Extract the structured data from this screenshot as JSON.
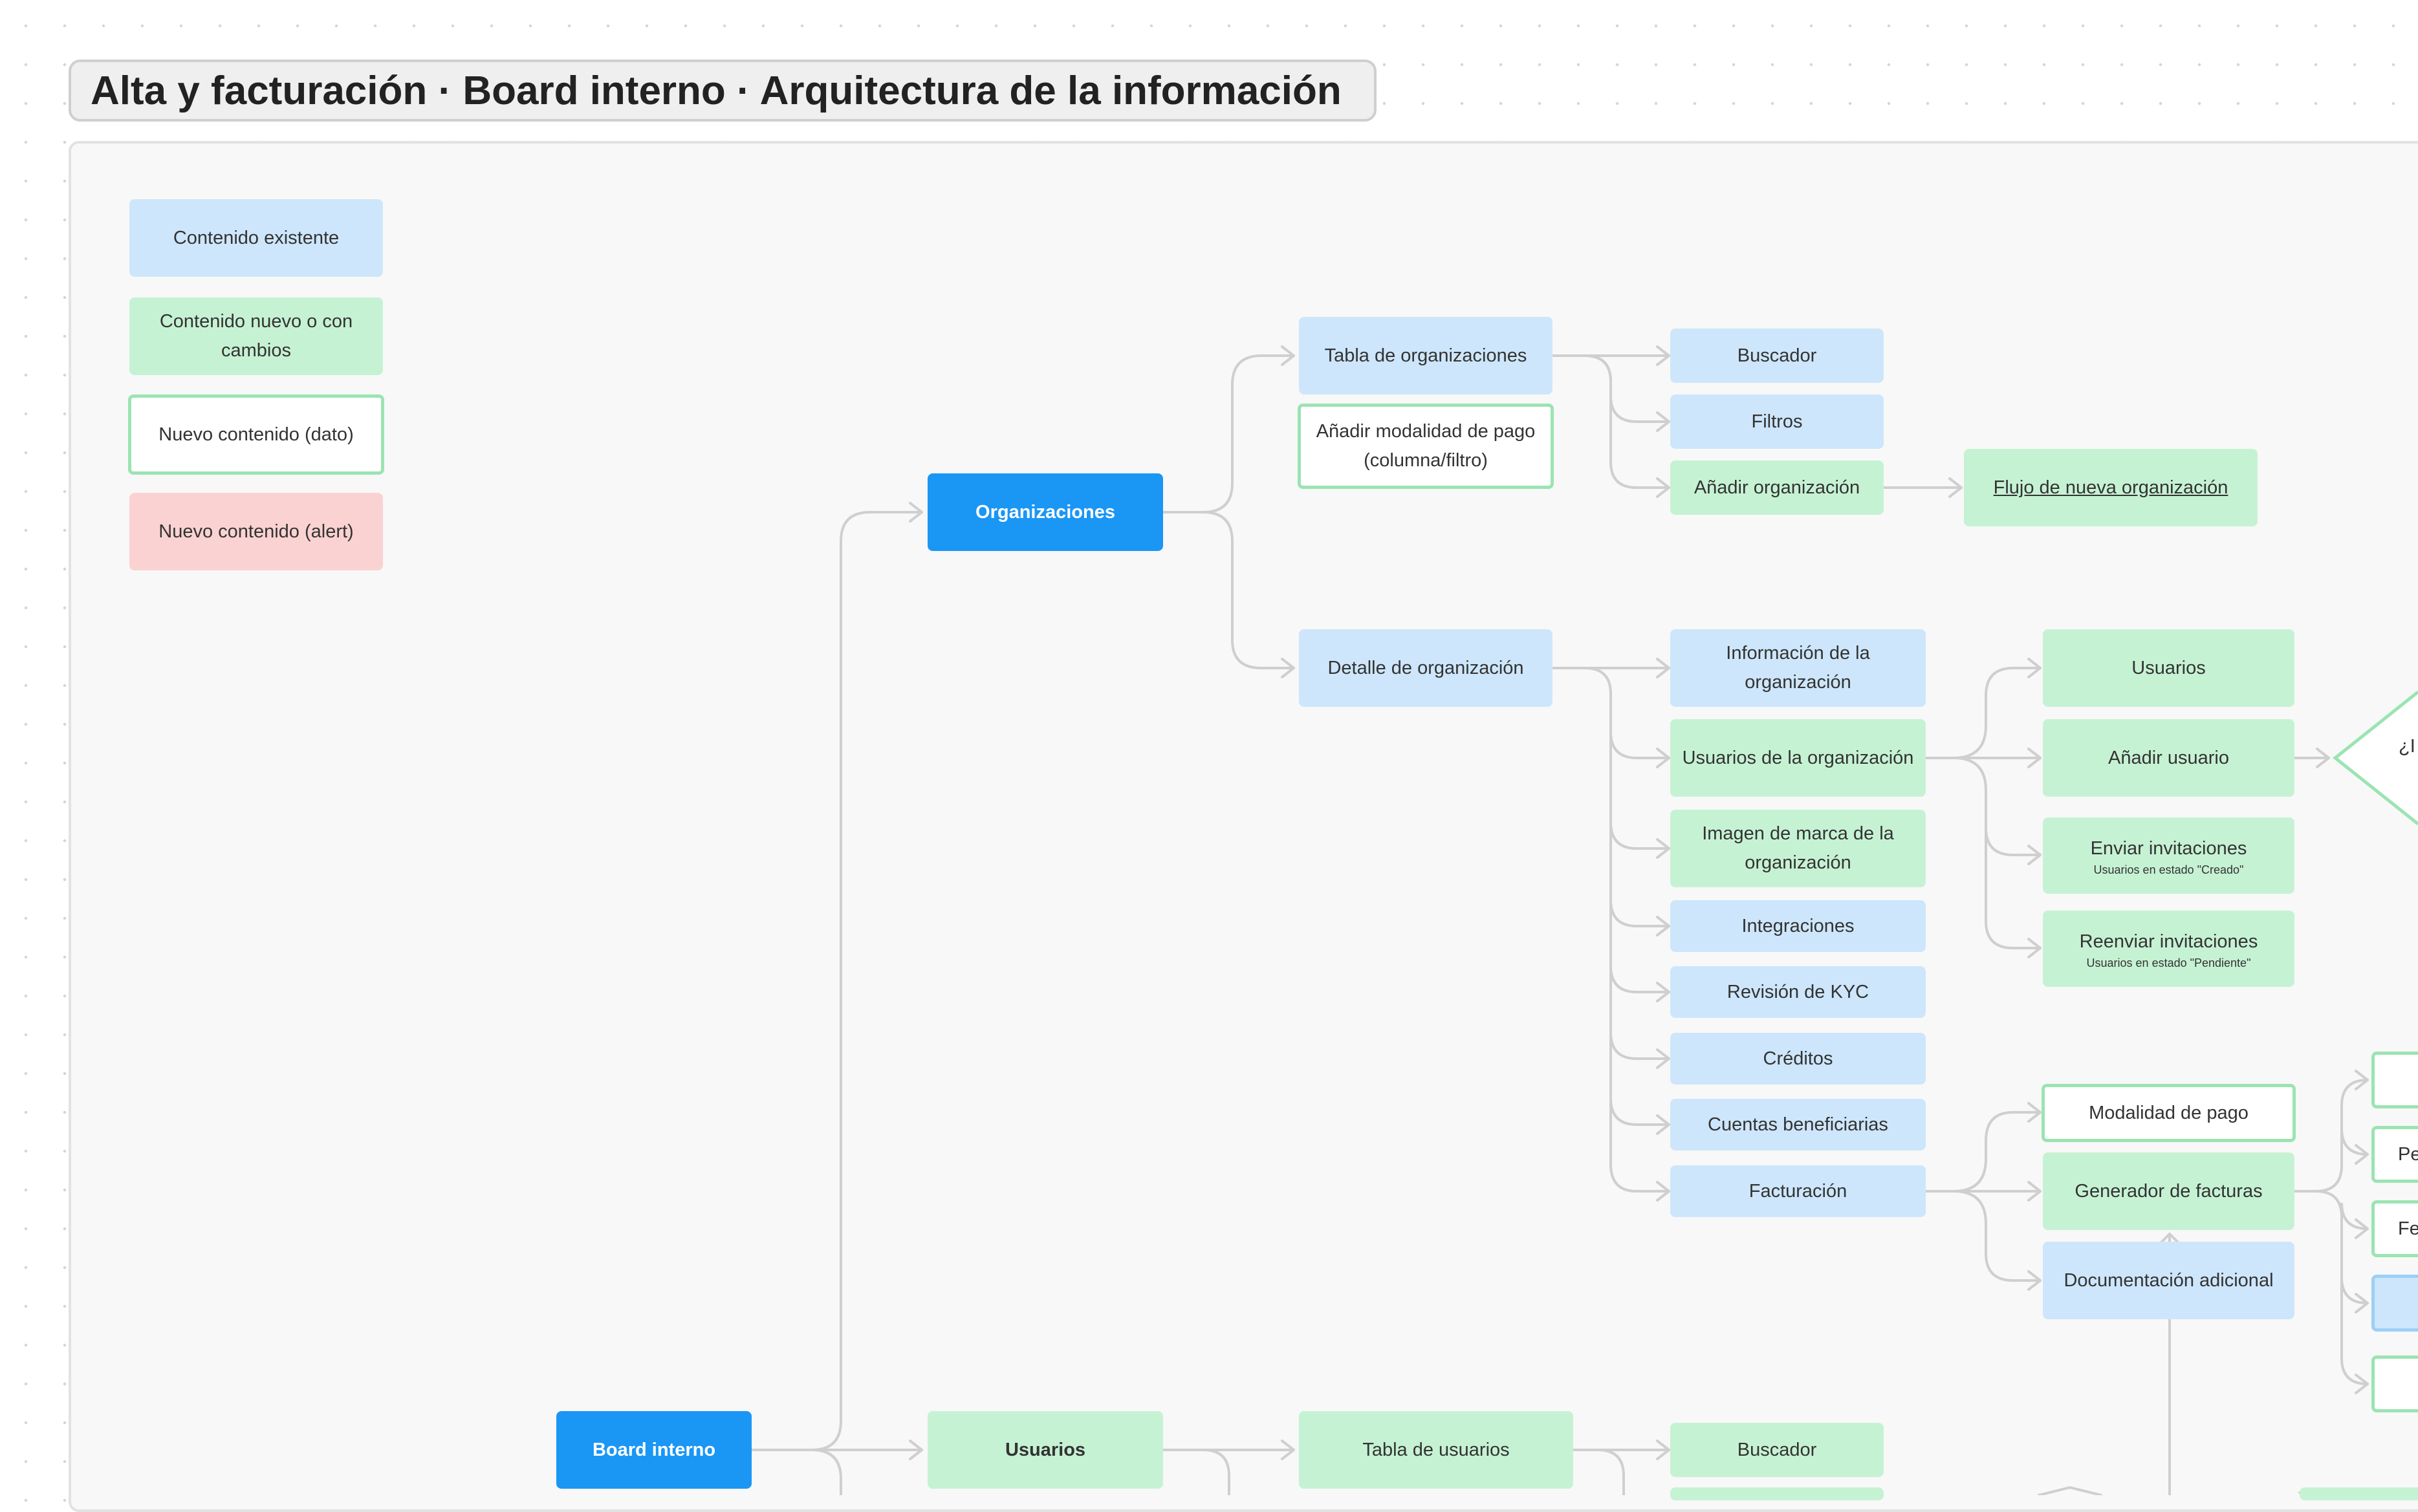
{
  "title": "Alta y facturación · Board interno · Arquitectura de la información",
  "legend": {
    "existing": "Contenido existente",
    "new_or_changed": "Contenido nuevo o con cambios",
    "new_data": "Nuevo contenido (dato)",
    "new_alert": "Nuevo contenido (alert)"
  },
  "colors": {
    "existing": "#cde6fb",
    "new": "#c6f2d4",
    "data_border": "#9be4b2",
    "alert": "#fbd2d2",
    "primary": "#1a96f5"
  },
  "nodes": {
    "board_interno": "Board interno",
    "organizaciones": "Organizaciones",
    "usuarios_root": "Usuarios",
    "tabla_organizaciones": "Tabla de organizaciones",
    "anadir_modalidad_pago": "Añadir modalidad de pago (columna/filtro)",
    "detalle_organizacion": "Detalle de organización",
    "buscador_org": "Buscador",
    "filtros": "Filtros",
    "anadir_organizacion": "Añadir organización",
    "flujo_nueva_organizacion": "Flujo de nueva organización",
    "informacion_organizacion": "Información de la organización",
    "usuarios_organizacion": "Usuarios de la organización",
    "imagen_marca": "Imagen de marca de la organización",
    "integraciones": "Integraciones",
    "revision_kyc": "Revisión de KYC",
    "creditos": "Créditos",
    "cuentas_beneficiarias": "Cuentas beneficiarias",
    "facturacion": "Facturación",
    "usuarios_sub": "Usuarios",
    "anadir_usuario": "Añadir usuario",
    "enviar_invitaciones": "Enviar invitaciones",
    "enviar_invitaciones_note": "Usuarios en estado \"Creado\"",
    "reenviar_invitaciones": "Reenviar invitaciones",
    "reenviar_invitaciones_note": "Usuarios en estado \"Pendiente\"",
    "modalidad_pago": "Modalidad de pago",
    "generador_facturas": "Generador de facturas",
    "documentacion_adicional": "Documentación adicional",
    "tabla_usuarios": "Tabla de usuarios",
    "buscador_usuarios": "Buscador",
    "diamond_partial": "¿I",
    "partial_pe": "Pe",
    "partial_fe": "Fe"
  }
}
